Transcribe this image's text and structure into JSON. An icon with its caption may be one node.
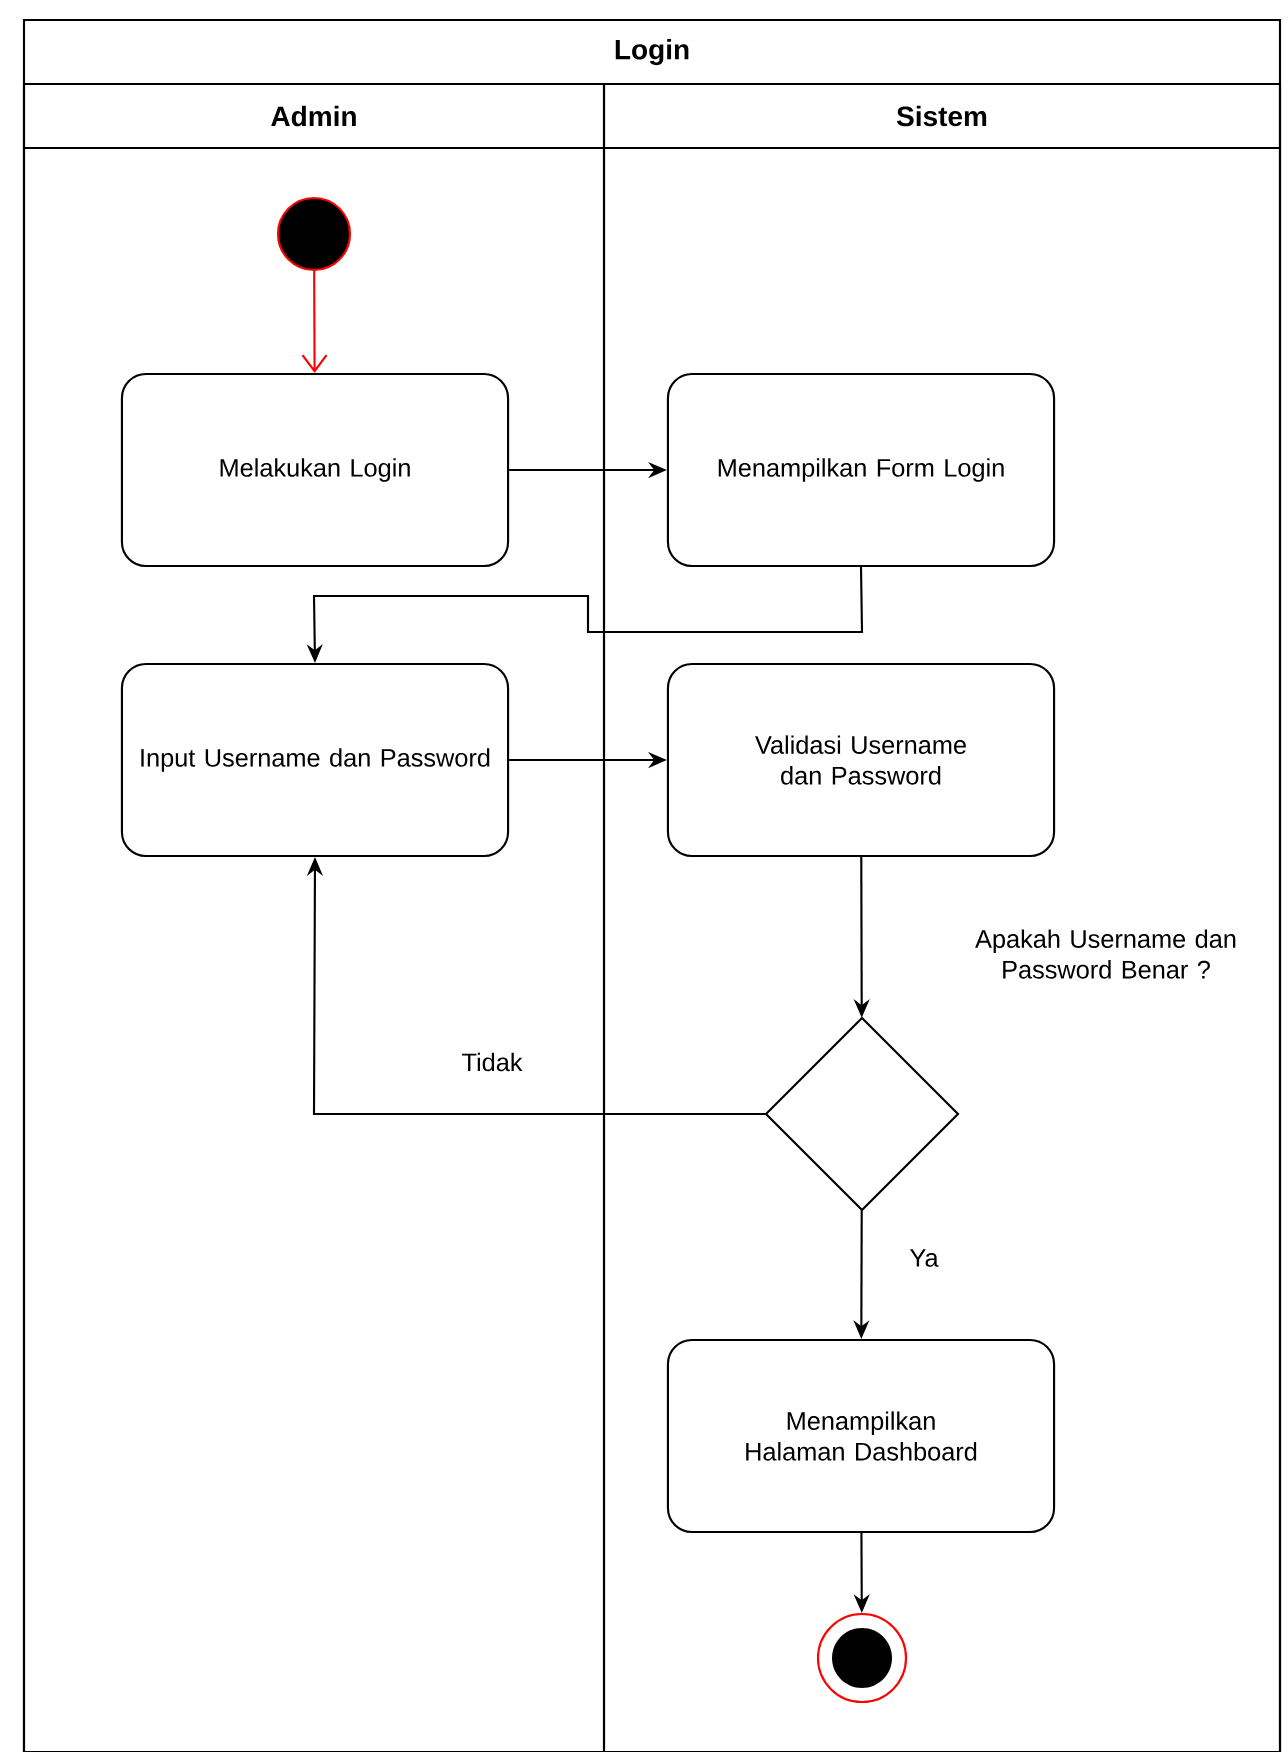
{
  "diagram": {
    "nodes": [
      {
        "text": [
          "Login"
        ]
      },
      {
        "text": [
          "Admin"
        ],
        "in": 0
      },
      {
        "text": [
          "Sistem"
        ],
        "in": 0
      },
      {
        "text": [],
        "shape": "circle",
        "in": 1
      },
      {
        "text": [
          "Melakukan Login"
        ],
        "in": 1
      },
      {
        "text": [
          "Menampilkan Form Login"
        ],
        "in": 2
      },
      {
        "text": [
          "Input Username dan Password"
        ],
        "in": 1
      },
      {
        "text": [
          "Validasi Username dan Password"
        ],
        "in": 2
      },
      {
        "text": [],
        "shape": "diamond",
        "in": 2,
        "beside": [
          "Apakah Username dan Password Benar ?"
        ]
      },
      {
        "text": [
          "Menampilkan Halaman Dashboard"
        ],
        "in": 2
      },
      {
        "text": [],
        "shape": "circle",
        "in": 2
      }
    ],
    "edges": [
      {
        "from": 3,
        "to": 4,
        "arrow": "to",
        "color": "#ff0000"
      },
      {
        "from": 4,
        "to": 5,
        "arrow": "to"
      },
      {
        "from": 5,
        "to": 6,
        "arrow": "to"
      },
      {
        "from": 6,
        "to": 7,
        "arrow": "to"
      },
      {
        "from": 7,
        "to": 8,
        "arrow": "to"
      },
      {
        "from": 8,
        "to": 6,
        "arrow": "to",
        "label": "Tidak"
      },
      {
        "from": 8,
        "to": 9,
        "arrow": "to",
        "label": "Ya"
      },
      {
        "from": 9,
        "to": 10,
        "arrow": "to"
      }
    ]
  }
}
